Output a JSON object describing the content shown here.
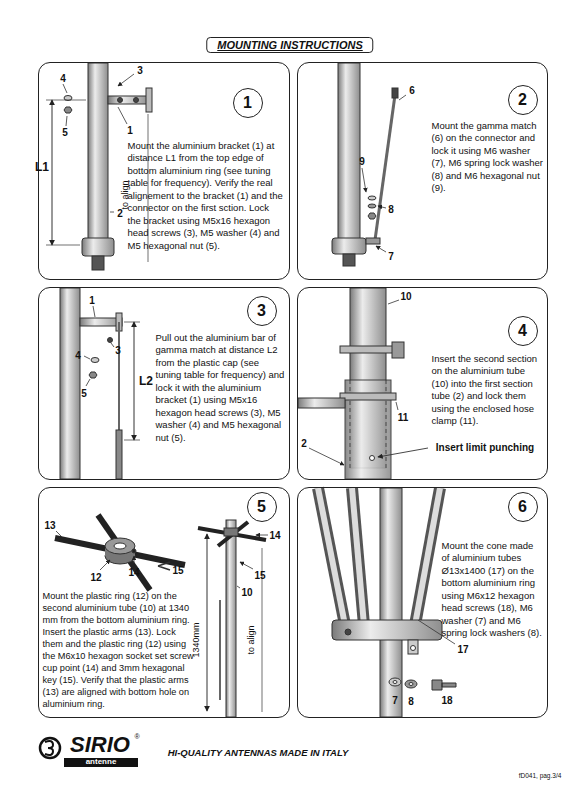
{
  "diagram": {
    "title": "MOUNTING INSTRUCTIONS",
    "nodes": [
      {
        "text": [
          "Mount the aluminium bracket (1) at distance L1 from the top edge of bottom aluminium ring (see tuning table for frequency). Verify the real alignement to the bracket (1) and the connector on the first sction. Lock the bracket using M5x16 hexagon head screws (3), M5 washer (4) and M5 hexagonal nut (5)."
        ]
      },
      {
        "text": [
          "1"
        ],
        "in": 0
      },
      {
        "text": [
          "Mount the gamma match (6) on the connector and lock it using M6 washer (7), M6 spring lock washer (8) and M6 hexagonal nut (9)."
        ]
      },
      {
        "text": [
          "2"
        ],
        "in": 2
      },
      {
        "text": [
          "Pull out the aluminium bar of gamma match at distance L2 from the plastic cap (see tuning table for frequency) and lock it with the aluminium bracket (1) using M5x16 hexagon head screws (3), M5 washer (4) and M5 hexagonal nut (5)."
        ]
      },
      {
        "text": [
          "3"
        ],
        "in": 4
      },
      {
        "text": [
          "Insert the second section on the aluminium tube (10) into the first section tube (2) and lock them using the enclosed hose clamp (11)."
        ]
      },
      {
        "text": [
          "4"
        ],
        "in": 6
      },
      {
        "text": [
          "Mount the plastic ring (12) on the second aluminium tube (10) at 1340 mm from the bottom aluminium ring. Insert the plastic arms (13). Lock them and the plastic ring (12) using the M6x10 hexagon socket set screw cup point (14) and 3mm hexagonal key (15). Verify that the plastic arms (13) are aligned with bottom hole on aluminium ring."
        ]
      },
      {
        "text": [
          "5"
        ],
        "in": 8
      },
      {
        "text": [
          "Mount the cone made of aluminium tubes Ø13x1400 (17) on the bottom aluminium ring using M6x12 hexagon head screws (18), M6 washer (7) and M6 spring lock washers (8)."
        ]
      },
      {
        "text": [
          "6"
        ],
        "in": 10
      }
    ],
    "labels": [
      "4",
      "3",
      "5",
      "1",
      "L1",
      "2",
      "to align",
      "6",
      "9",
      "8",
      "7",
      "1",
      "4",
      "3",
      "5",
      "L2",
      "10",
      "11",
      "2",
      "Insert limit punching",
      "13",
      "12",
      "14",
      "15",
      "14",
      "15",
      "10",
      "1340mm",
      "to align",
      "17",
      "7",
      "8",
      "18",
      "SIRIO",
      "®",
      "antenne",
      "HI-QUALITY ANTENNAS MADE IN ITALY",
      "fD041, pag.3/4"
    ]
  }
}
